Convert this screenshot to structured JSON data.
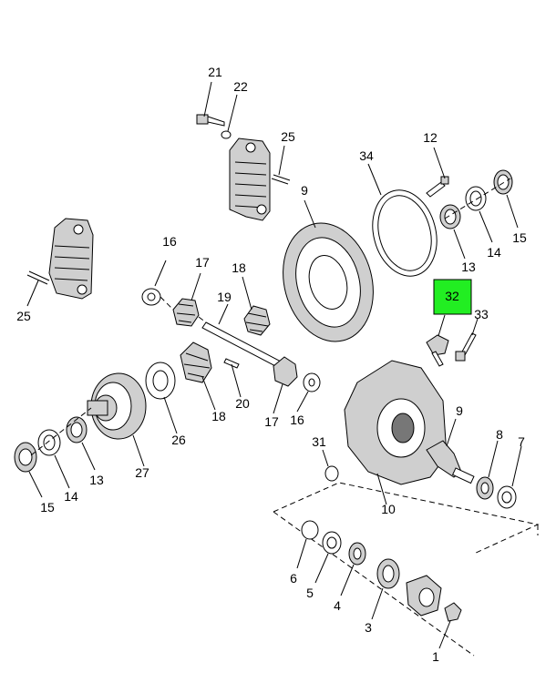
{
  "highlight": {
    "label": "32",
    "color": "#22ee22"
  },
  "callouts": {
    "c1": "1",
    "c3": "3",
    "c4": "4",
    "c5": "5",
    "c6": "6",
    "c7": "7",
    "c8": "8",
    "c9a": "9",
    "c9b": "9",
    "c10": "10",
    "c12": "12",
    "c13a": "13",
    "c13b": "13",
    "c14a": "14",
    "c14b": "14",
    "c15a": "15",
    "c15b": "15",
    "c16a": "16",
    "c16b": "16",
    "c17a": "17",
    "c17b": "17",
    "c18a": "18",
    "c18b": "18",
    "c19": "19",
    "c20": "20",
    "c21": "21",
    "c22": "22",
    "c25a": "25",
    "c25b": "25",
    "c26": "26",
    "c27": "27",
    "c31": "31",
    "c33": "33",
    "c34": "34"
  },
  "icons": {
    "bolt": "bolt-icon",
    "washer": "washer-icon",
    "gear": "gear-icon",
    "bearing": "bearing-icon",
    "housing": "housing-icon"
  }
}
